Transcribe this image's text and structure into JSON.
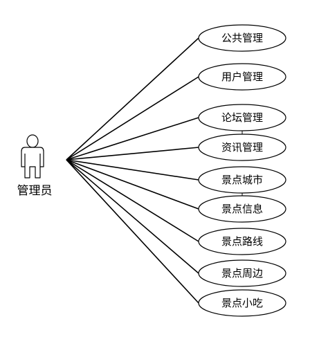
{
  "actor": {
    "label": "管理员",
    "icon": "person-icon"
  },
  "use_cases": [
    "公共管理",
    "用户管理",
    "论坛管理",
    "资讯管理",
    "景点城市",
    "景点信息",
    "景点路线",
    "景点周边",
    "景点小吃"
  ],
  "links_between_use_cases": [
    [
      "论坛管理",
      "资讯管理"
    ],
    [
      "景点城市",
      "景点信息"
    ]
  ],
  "colors": {
    "line": "#000000",
    "ellipse_fill": "#ffffff",
    "text": "#000000"
  }
}
